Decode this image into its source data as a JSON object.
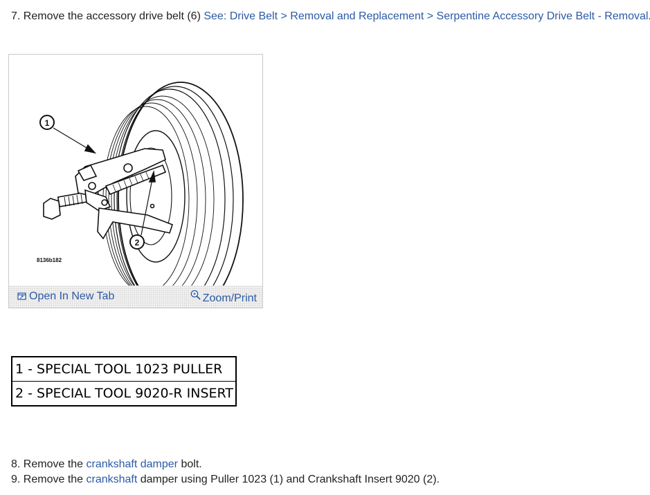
{
  "steps": {
    "step7": {
      "text": "7. Remove the accessory drive belt (6) ",
      "link": "See: Drive Belt > Removal and Replacement > Serpentine Accessory Drive Belt - Removal",
      "end": "."
    },
    "step8": {
      "pre": "8. Remove the ",
      "link": "crankshaft damper",
      "post": " bolt."
    },
    "step9": {
      "pre": "9. Remove the ",
      "link": "crankshaft",
      "post": " damper using Puller 1023 (1) and Crankshaft Insert 9020 (2)."
    }
  },
  "figure": {
    "code": "8136b182",
    "callouts": [
      "1",
      "2"
    ],
    "open_tab_label": "Open In New Tab",
    "zoom_print_label": "Zoom/Print",
    "icons": {
      "open_tab": "open-new-tab-icon",
      "zoom": "magnifier-icon"
    }
  },
  "legend": {
    "rows": [
      "1 - SPECIAL TOOL 1023 PULLER",
      "2 - SPECIAL TOOL 9020-R INSERT"
    ]
  },
  "colors": {
    "link": "#2b5aa6",
    "text": "#222222"
  }
}
